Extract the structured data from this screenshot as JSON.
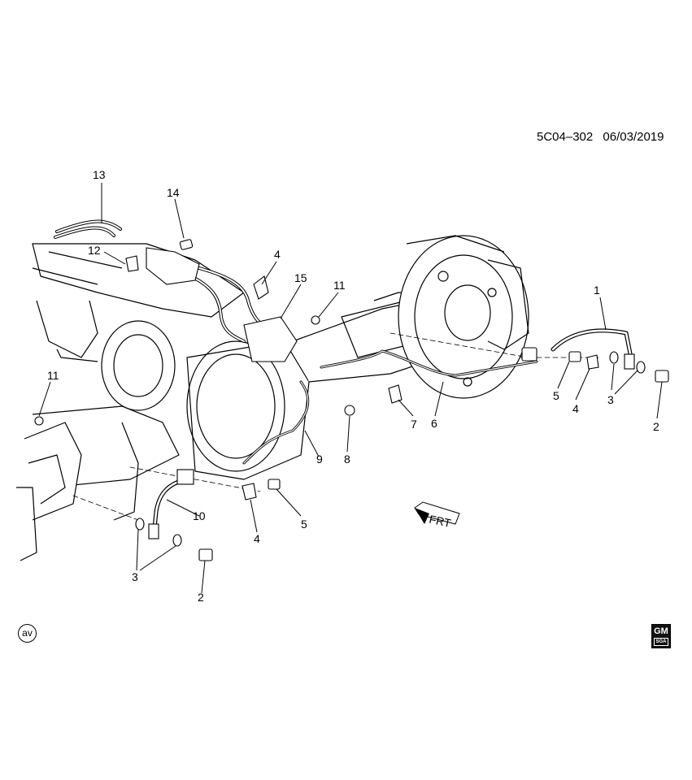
{
  "drawing": {
    "reference_code": "5C04–302",
    "date": "06/03/2019"
  },
  "direction_label": "FRT",
  "badge_av": "av",
  "logo": {
    "top_text": "GM",
    "bottom_text": "SGA"
  },
  "callouts": {
    "c1": "1",
    "c2a": "2",
    "c2b": "2",
    "c3a": "3",
    "c3b": "3",
    "c4a": "4",
    "c4b": "4",
    "c4c": "4",
    "c5a": "5",
    "c5b": "5",
    "c6": "6",
    "c7": "7",
    "c8": "8",
    "c9": "9",
    "c10": "10",
    "c11a": "11",
    "c11b": "11",
    "c12": "12",
    "c13": "13",
    "c14": "14",
    "c15": "15"
  }
}
